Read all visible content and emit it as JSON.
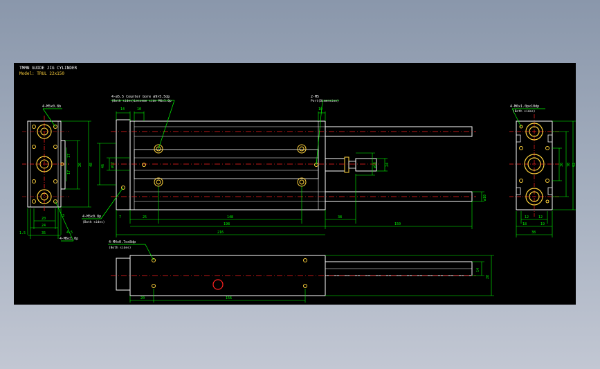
{
  "drawing": {
    "title_line1": "TMMN GUIDE JIG CYLINDER",
    "title_line2": "Model: TRUL 22x150"
  },
  "colors": {
    "background": "#000000",
    "outline": "#ffffff",
    "dimension": "#00ff00",
    "centerline": "#ff2020",
    "hole": "#ffd23c",
    "annotation": "#ffffff"
  },
  "annotations": {
    "left_top": "4-M5x0.8b",
    "left_bottom": "4-M6x1.0p",
    "front_bore_1": "4-ø5.5 Counter bore ø9×5.5dp",
    "front_bore_2": "(Both sides)Lenseme side M6x1.0p",
    "front_port_1": "2-M5",
    "front_port_2": "Port(Dimension)",
    "front_bottom_1": "4-M5x0.8p",
    "front_bottom_2": "(Both sides)",
    "right_top_1": "4-M6x1.0px10dp",
    "right_top_2": "(Both sides)",
    "bottom_1": "4-M4x0.7ox8dp",
    "bottom_2": "(Both sides)"
  },
  "dims": {
    "left": {
      "d20": "20",
      "d24": "24",
      "d35": "35",
      "d15": "1.5",
      "d3": "3",
      "d45": "4.5",
      "v17a": "17",
      "v17b": "17",
      "v26": "26",
      "v48": "48"
    },
    "front": {
      "d14": "14",
      "d10a": "10",
      "d10b": "10",
      "d7": "7",
      "d25": "25",
      "d148": "148",
      "d38": "38",
      "d198": "198",
      "d150": "150",
      "d216": "216",
      "v46": "46",
      "v12": "ø12",
      "v24": "24",
      "v16": "ø16",
      "v10": "ø10"
    },
    "right": {
      "d12a": "12",
      "d12b": "12",
      "d18": "18",
      "d19": "19",
      "d38": "38",
      "v36": "36",
      "v70": "70",
      "v92": "92"
    },
    "bottom": {
      "d20": "20",
      "d156": "156",
      "v14": "14",
      "v28": "28"
    }
  }
}
